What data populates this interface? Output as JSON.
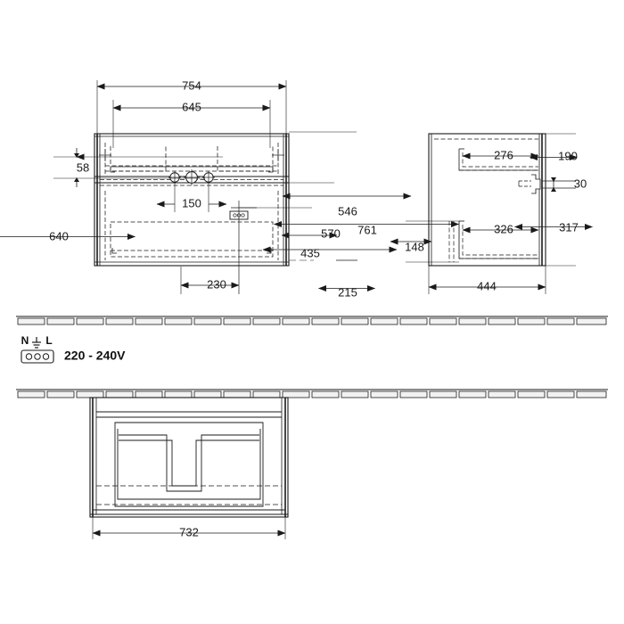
{
  "drawing": {
    "type": "technical-dimension-drawing",
    "subject": "wall-mounted vanity unit with washbasin",
    "units": "mm",
    "background_color": "#ffffff",
    "line_color": "#1a1a1a",
    "views": [
      {
        "id": "front",
        "name": "front-elevation"
      },
      {
        "id": "side",
        "name": "side-elevation"
      },
      {
        "id": "plan",
        "name": "bottom-plan-view"
      }
    ]
  },
  "front_view": {
    "dimensions": {
      "overall_width": "754",
      "inner_width": "645",
      "top_offset": "58",
      "overall_height": "640",
      "tap_hole_spacing": "150",
      "socket_offset": "230",
      "height_435": "435",
      "height_546": "546",
      "height_570": "570",
      "height_761": "761",
      "height_215": "215"
    }
  },
  "side_view": {
    "dimensions": {
      "upper_depth": "276",
      "lower_depth": "326",
      "overall_depth": "444",
      "upper_height": "190",
      "gap_height": "30",
      "lower_height": "317",
      "bottom_height": "148"
    }
  },
  "plan_view": {
    "dimensions": {
      "width": "732"
    }
  },
  "electrical": {
    "neutral_label": "N",
    "earth_label": "⏚",
    "live_label": "L",
    "voltage": "220 - 240V",
    "socket_pins": 3
  }
}
